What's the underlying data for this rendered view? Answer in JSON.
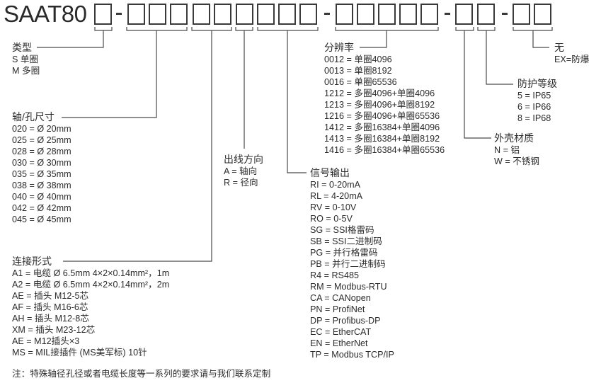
{
  "model": {
    "prefix": "SAAT80",
    "separator": "-"
  },
  "groups": {
    "type": {
      "title": "类型",
      "items": [
        "S 单圈",
        "M 多圈"
      ]
    },
    "shaft": {
      "title": "轴/孔尺寸",
      "items": [
        "020 = Ø 20mm",
        "025 = Ø 25mm",
        "028 = Ø 28mm",
        "030 = Ø 30mm",
        "035 = Ø 35mm",
        "038 = Ø 38mm",
        "040 = Ø 40mm",
        "042 = Ø 42mm",
        "045 = Ø 45mm"
      ]
    },
    "connection": {
      "title": "连接形式",
      "items": [
        "A1 = 电缆 Ø 6.5mm 4×2×0.14mm²，1m",
        "A2 = 电缆 Ø 6.5mm 4×2×0.14mm²，2m",
        "AE = 插头 M12-5芯",
        "AF = 插头 M16-6芯",
        "AH = 插头 M12-8芯",
        "XM = 插头 M23-12芯",
        "AE = M12插头×3",
        "MS = MIL接插件 (MS美军标) 10针"
      ]
    },
    "outlet": {
      "title": "出线方向",
      "items": [
        "A = 轴向",
        "R = 径向"
      ]
    },
    "signal": {
      "title": "信号输出",
      "items": [
        "RI = 0-20mA",
        "RL = 4-20mA",
        "RV = 0-10V",
        "RO = 0-5V",
        "SG = SSI格雷码",
        "SB = SSI二进制码",
        "PG = 并行格雷码",
        "PB = 并行二进制码",
        "R4 = RS485",
        "RM = Modbus-RTU",
        "CA = CANopen",
        "PN = ProfiNet",
        "DP = Profibus-DP",
        "EC = EtherCAT",
        "EN = EtherNet",
        "TP = Modbus TCP/IP"
      ]
    },
    "resolution": {
      "title": "分辨率",
      "items": [
        "0012 = 单圈4096",
        "0013 = 单圈8192",
        "0016 = 单圈65536",
        "1212 = 多圈4096+单圈4096",
        "1213 = 多圈4096+单圈8192",
        "1216 = 多圈4096+单圈65536",
        "1412 = 多圈16384+单圈4096",
        "1413 = 多圈16384+单圈8192",
        "1416 = 多圈16384+单圈65536"
      ]
    },
    "housing": {
      "title": "外壳材质",
      "items": [
        "N = 铝",
        "W = 不锈钢"
      ]
    },
    "protection": {
      "title": "防护等级",
      "items": [
        "5 = IP65",
        "6 = IP66",
        "8 = IP68"
      ]
    },
    "explosion": {
      "title": "无",
      "items": [
        "EX=防爆"
      ]
    }
  },
  "note": "注：特殊轴径孔径或者电缆长度等一系列的要求请与我们联系定制"
}
